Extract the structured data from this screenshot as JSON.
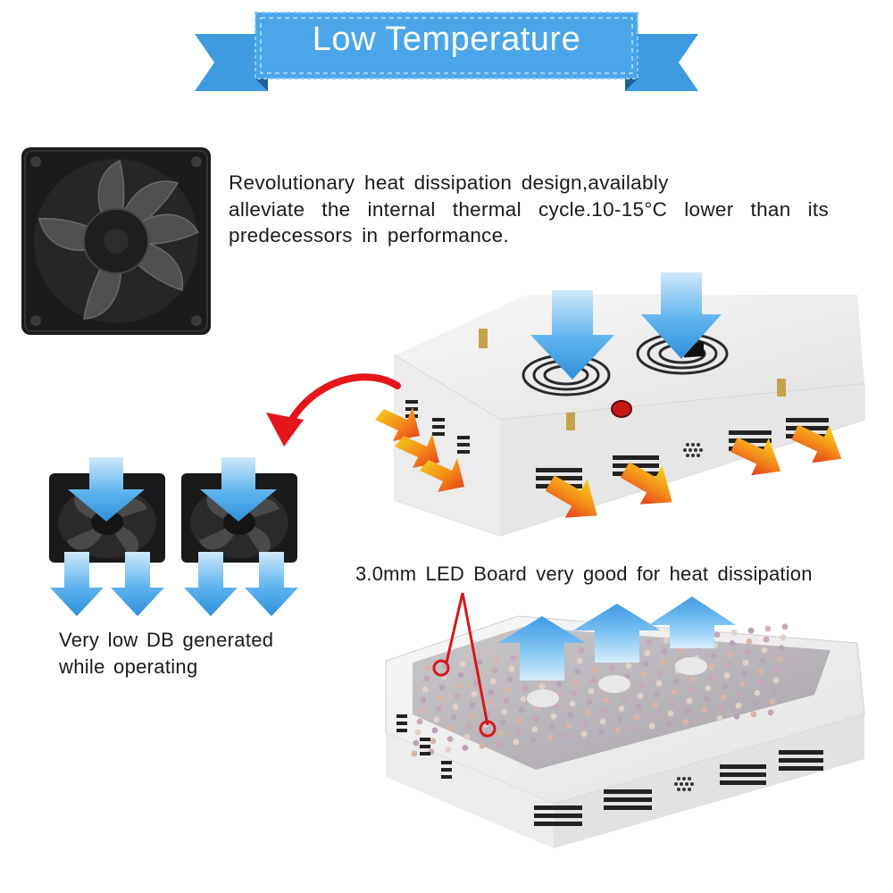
{
  "banner": {
    "title": "Low Temperature"
  },
  "description": {
    "line1": "Revolutionary heat dissipation design,availably",
    "line2": "alleviate the internal thermal cycle.10-15°C lower than its",
    "line3": "predecessors in performance."
  },
  "led_board": {
    "caption": "3.0mm LED Board very good for heat dissipation"
  },
  "fans": {
    "caption_line1": "Very low DB generated",
    "caption_line2": "while operating"
  },
  "colors": {
    "banner_blue": "#3e9be0",
    "banner_dark": "#2170b8",
    "airflow_blue": "#4aa8ec",
    "heat_orange": "#f39a1c",
    "heat_red": "#e8301b",
    "arrow_red": "#e4161b"
  },
  "icons": [
    "fan-icon",
    "down-arrow-icon",
    "up-arrow-icon",
    "heat-arrow-icon",
    "curved-arrow-icon"
  ]
}
